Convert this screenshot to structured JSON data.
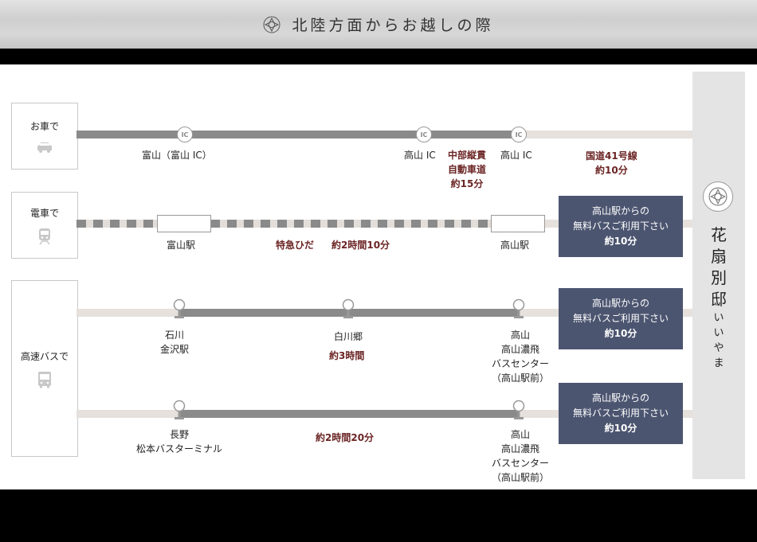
{
  "header": {
    "title": "北陸方面からお越しの際"
  },
  "categories": {
    "car": "お車で",
    "train": "電車で",
    "bus": "高速バスで"
  },
  "car_route": {
    "toyama_ic": "富山（富山 IC）",
    "takayama_ic_1": "高山 IC",
    "expressway_line1": "中部縦貫",
    "expressway_line2": "自動車道",
    "expressway_time": "約15分",
    "takayama_ic_2": "高山 IC",
    "route41": "国道41号線",
    "route41_time": "約10分",
    "ic_mark": "IC"
  },
  "train_route": {
    "toyama_station": "富山駅",
    "limited_express": "特急ひだ",
    "train_time": "約2時間10分",
    "takayama_station": "高山駅"
  },
  "bus_route_1": {
    "origin_line1": "石川",
    "origin_line2": "金沢駅",
    "via": "白川郷",
    "time": "約3時間",
    "dest_line1": "高山",
    "dest_line2": "高山濃飛",
    "dest_line3": "バスセンター",
    "dest_line4": "（高山駅前）"
  },
  "bus_route_2": {
    "origin_line1": "長野",
    "origin_line2": "松本バスターミナル",
    "time": "約2時間20分",
    "dest_line1": "高山",
    "dest_line2": "高山濃飛",
    "dest_line3": "バスセンター",
    "dest_line4": "（高山駅前）"
  },
  "shuttle": {
    "line1": "高山駅からの",
    "line2": "無料バスご利用下さい",
    "time": "約10分"
  },
  "destination": {
    "name": "花扇別邸",
    "kana": "いいやま"
  },
  "icons": [
    "crest-icon",
    "car-icon",
    "train-icon",
    "bus-icon",
    "ic-marker-icon",
    "station-marker-icon",
    "bus-stop-pin-icon"
  ],
  "colors": {
    "route_dark": "#8a8a8a",
    "route_light": "#e6e1dd",
    "accent_red": "#6b2424",
    "shuttle_box": "#4c5570"
  }
}
